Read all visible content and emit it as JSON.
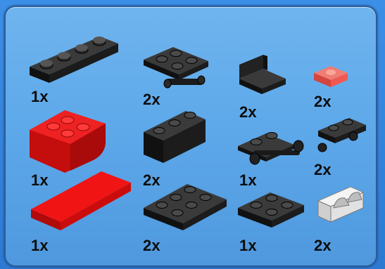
{
  "quantities": {
    "plate_1x4_black": "1x",
    "plate_2x2_wheel_holder_black": "2x",
    "bracket_1x2_black": "2x",
    "tile_1x1_trans_red": "2x",
    "slope_curved_2x2_red": "1x",
    "brick_1x3_black": "2x",
    "plate_wheel_axle_black": "1x",
    "plate_1x2_wheel_holder_black": "2x",
    "tile_2x4_red": "1x",
    "plate_2x3_black": "2x",
    "plate_2x2_black": "1x",
    "hinge_white": "2x"
  },
  "colors": {
    "background": "#2f7fd6",
    "panel": "#5ea9ea",
    "black_part": "#1a1a1a",
    "red_part": "#e01010",
    "trans_red": "#ff5a4a",
    "white_part": "#e8e8e8"
  }
}
